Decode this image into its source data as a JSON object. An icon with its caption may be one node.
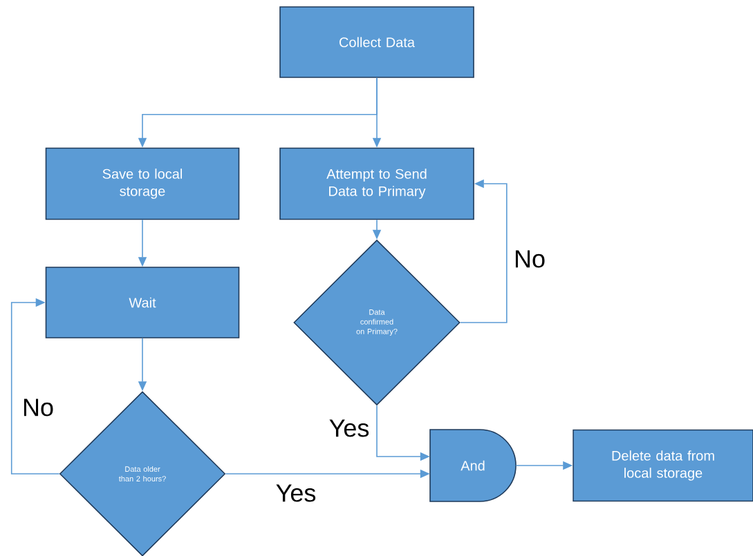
{
  "diagram": {
    "nodes": [
      {
        "text": [
          "Collect Data"
        ]
      },
      {
        "text": [
          "Save to local storage"
        ]
      },
      {
        "text": [
          "Attempt to Send Data to Primary"
        ]
      },
      {
        "text": [
          "Wait"
        ]
      },
      {
        "text": [
          "Data confirmed on Primary?"
        ]
      },
      {
        "text": [
          "Data older than 2 hours?"
        ]
      },
      {
        "text": [
          "And"
        ]
      },
      {
        "text": [
          "Delete data from local storage"
        ]
      }
    ],
    "edges": [
      {
        "from": 0,
        "to": 1,
        "arrow": "to"
      },
      {
        "from": 0,
        "to": 2,
        "arrow": "to"
      },
      {
        "from": 1,
        "to": 3,
        "arrow": "to"
      },
      {
        "from": 2,
        "to": 4,
        "arrow": "to"
      },
      {
        "from": 4,
        "to": 2,
        "arrow": "to",
        "label": "No"
      },
      {
        "from": 3,
        "to": 5,
        "arrow": "to"
      },
      {
        "from": 5,
        "to": 3,
        "arrow": "to",
        "label": "No"
      },
      {
        "from": 4,
        "to": 6,
        "arrow": "to",
        "label": "Yes"
      },
      {
        "from": 5,
        "to": 6,
        "arrow": "to",
        "label": "Yes"
      },
      {
        "from": 6,
        "to": 7,
        "arrow": "to"
      }
    ]
  }
}
